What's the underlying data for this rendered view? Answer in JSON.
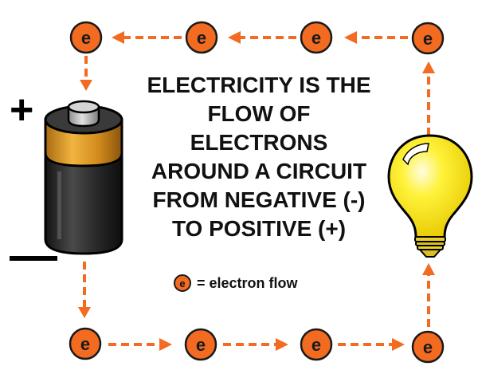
{
  "heading": {
    "lines": [
      "ELECTRICITY IS THE",
      "FLOW OF",
      "ELECTRONS",
      "AROUND A CIRCUIT",
      "FROM NEGATIVE (-)",
      "TO POSITIVE (+)"
    ]
  },
  "battery": {
    "positive_sign": "+",
    "negative_sign": "—"
  },
  "legend": {
    "symbol": "e",
    "text": "= electron flow"
  },
  "electrons": {
    "symbol": "e",
    "top_row_count": 4,
    "bottom_row_count": 4
  },
  "colors": {
    "electron": "#f26b21",
    "arrow": "#f26b21",
    "outline": "#1a1a1a",
    "battery_cap": "#e8a020",
    "battery_body": "#2b2b2b",
    "battery_terminal": "#b8b8b8",
    "bulb_glass": "#fff23a",
    "bulb_base": "#e8cf2a"
  },
  "icons": {
    "battery": "battery-icon",
    "bulb": "light-bulb-icon",
    "electron": "electron-icon"
  }
}
